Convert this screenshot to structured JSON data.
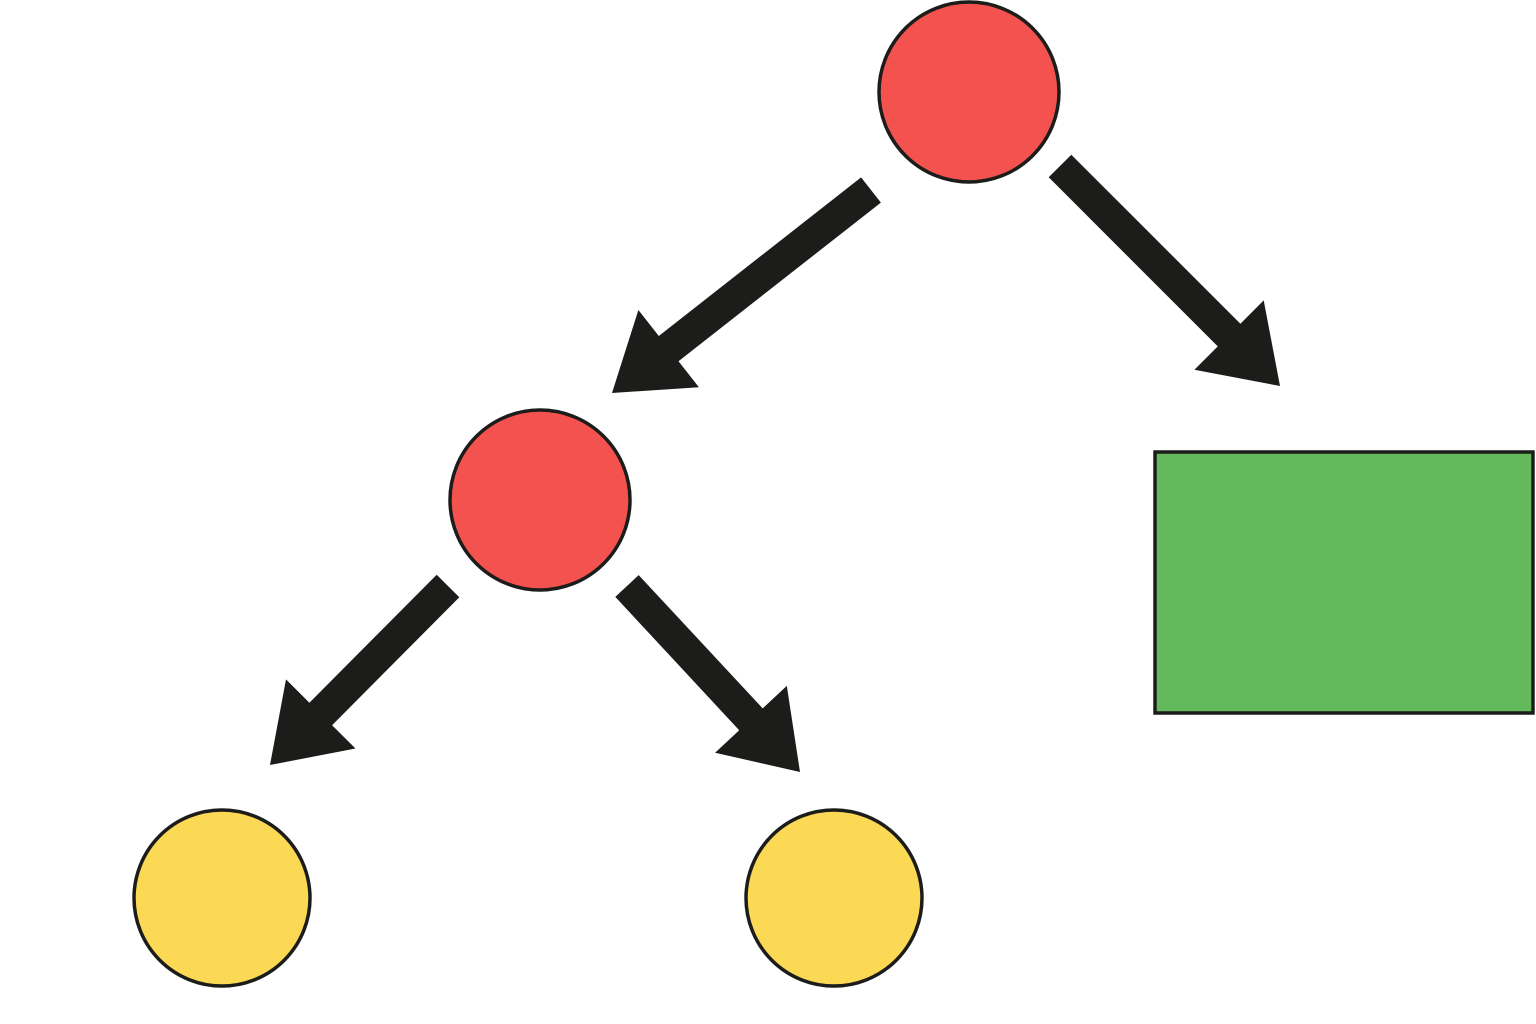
{
  "diagram": {
    "type": "tree",
    "colors": {
      "background": "#ffffff",
      "outline": "#1c1c1a",
      "arrow": "#1c1c1a",
      "internal_node": "#f4524e",
      "leaf_node": "#fbd955",
      "terminal_box": "#63b95b"
    },
    "nodes": [
      {
        "id": "root",
        "shape": "circle",
        "role": "internal",
        "label": ""
      },
      {
        "id": "left-child",
        "shape": "circle",
        "role": "internal",
        "label": ""
      },
      {
        "id": "right-child",
        "shape": "rectangle",
        "role": "terminal",
        "label": ""
      },
      {
        "id": "left-left-leaf",
        "shape": "circle",
        "role": "leaf",
        "label": ""
      },
      {
        "id": "left-right-leaf",
        "shape": "circle",
        "role": "leaf",
        "label": ""
      }
    ],
    "edges": [
      {
        "from": "root",
        "to": "left-child"
      },
      {
        "from": "root",
        "to": "right-child"
      },
      {
        "from": "left-child",
        "to": "left-left-leaf"
      },
      {
        "from": "left-child",
        "to": "left-right-leaf"
      }
    ]
  }
}
